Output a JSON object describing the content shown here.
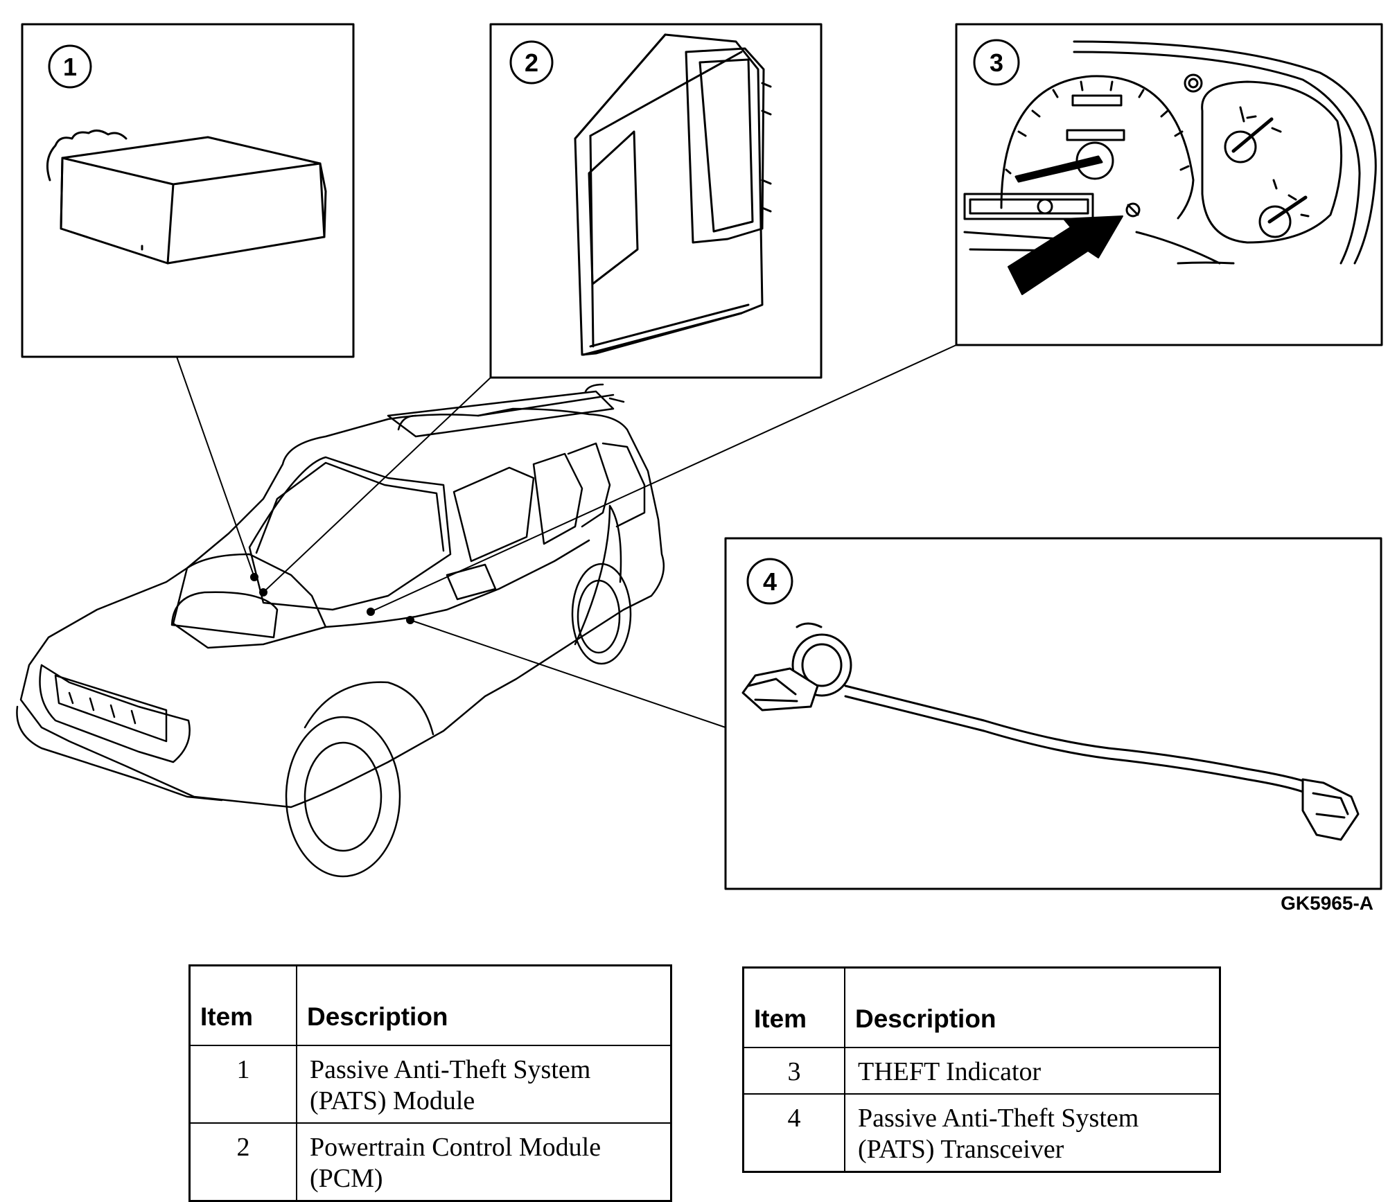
{
  "figure_code": "GK5965-A",
  "callouts": [
    "1",
    "2",
    "3",
    "4"
  ],
  "tables": [
    {
      "headers": {
        "item": "Item",
        "description": "Description"
      },
      "rows": [
        {
          "item": "1",
          "line1": "Passive Anti-Theft System",
          "line2": "(PATS) Module"
        },
        {
          "item": "2",
          "line1": "Powertrain Control Module",
          "line2": "(PCM)"
        }
      ]
    },
    {
      "headers": {
        "item": "Item",
        "description": "Description"
      },
      "rows": [
        {
          "item": "3",
          "line1": "THEFT Indicator",
          "line2": ""
        },
        {
          "item": "4",
          "line1": "Passive Anti-Theft System",
          "line2": "(PATS) Transceiver"
        }
      ]
    }
  ]
}
